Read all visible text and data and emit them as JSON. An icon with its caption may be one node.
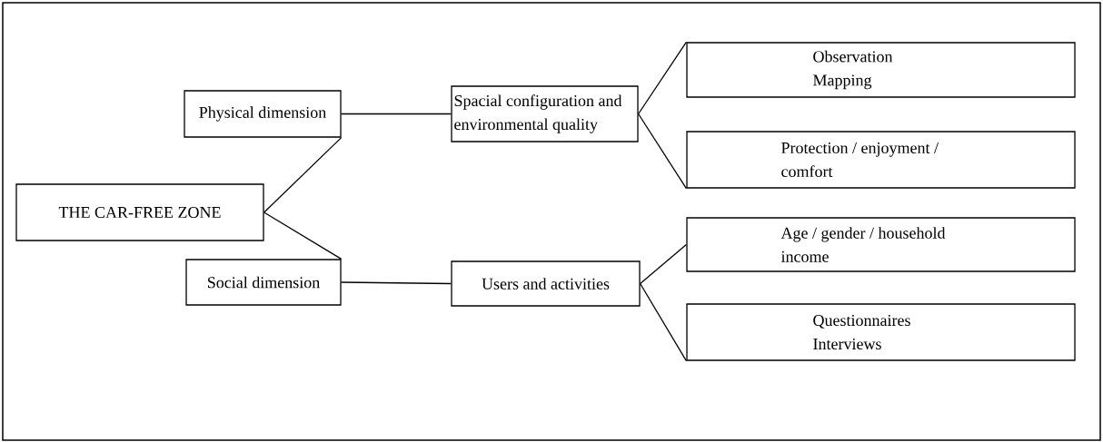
{
  "diagram": {
    "nodes": [
      {
        "text": [
          "THE CAR-FREE ZONE"
        ]
      },
      {
        "text": [
          "Physical dimension"
        ]
      },
      {
        "text": [
          "Social dimension"
        ]
      },
      {
        "text": [
          "Spacial configuration and environmental quality"
        ]
      },
      {
        "text": [
          "Users and activities"
        ]
      },
      {
        "text": [
          "Observation Mapping"
        ]
      },
      {
        "text": [
          "Protection / enjoyment / comfort"
        ]
      },
      {
        "text": [
          "Age / gender / household income"
        ]
      },
      {
        "text": [
          "Questionnaires Interviews"
        ]
      }
    ],
    "edges": [
      {
        "from": 0,
        "to": 1,
        "arrow": "none"
      },
      {
        "from": 0,
        "to": 2,
        "arrow": "none"
      },
      {
        "from": 1,
        "to": 3,
        "arrow": "none"
      },
      {
        "from": 2,
        "to": 4,
        "arrow": "none"
      },
      {
        "from": 3,
        "to": 5,
        "arrow": "none"
      },
      {
        "from": 3,
        "to": 6,
        "arrow": "none"
      },
      {
        "from": 4,
        "to": 7,
        "arrow": "none"
      },
      {
        "from": 4,
        "to": 8,
        "arrow": "none"
      }
    ]
  }
}
